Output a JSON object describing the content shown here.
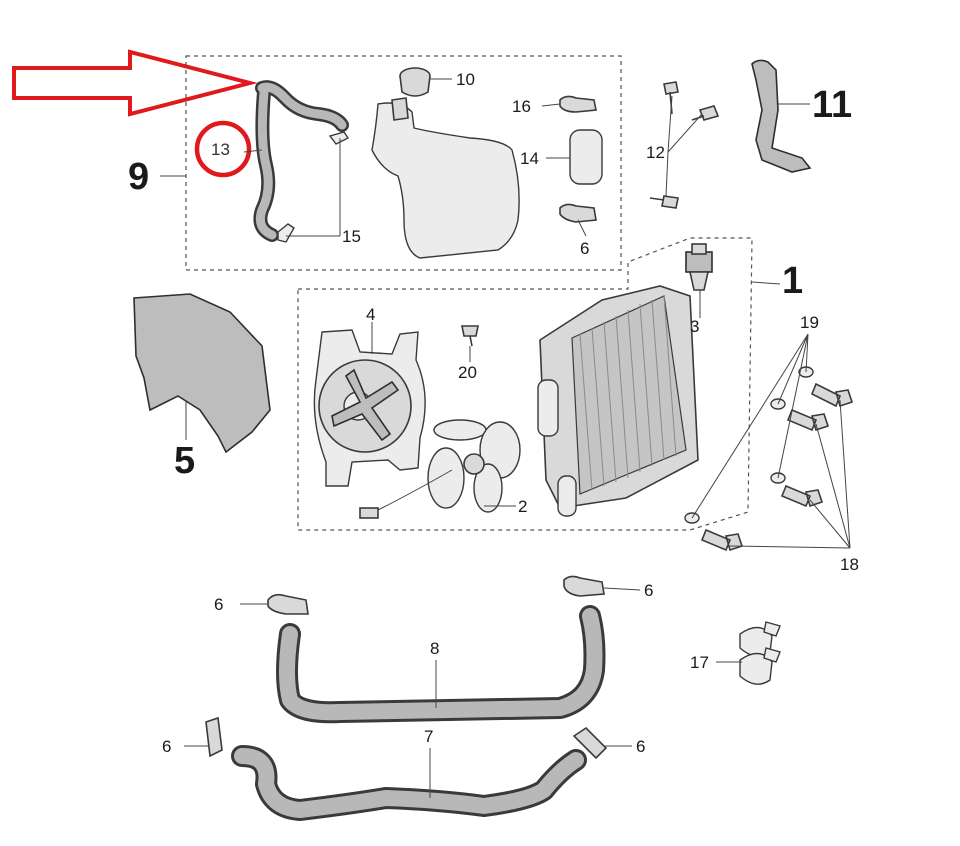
{
  "callouts": {
    "c1": "1",
    "c2": "2",
    "c3": "3",
    "c4": "4",
    "c5": "5",
    "c6a": "6",
    "c6b": "6",
    "c6c": "6",
    "c6d": "6",
    "c6e": "6",
    "c7": "7",
    "c8": "8",
    "c9": "9",
    "c10": "10",
    "c11": "11",
    "c12": "12",
    "c13": "13",
    "c14": "14",
    "c15": "15",
    "c16": "16",
    "c17": "17",
    "c18": "18",
    "c19": "19",
    "c20": "20"
  },
  "colors": {
    "highlight": "#e0191c",
    "line": "#3a3a3a",
    "part_fill": "#d9d9d9"
  },
  "annotations": {
    "arrow": "red-outline-arrow",
    "circle": "red-circle-around-13"
  }
}
